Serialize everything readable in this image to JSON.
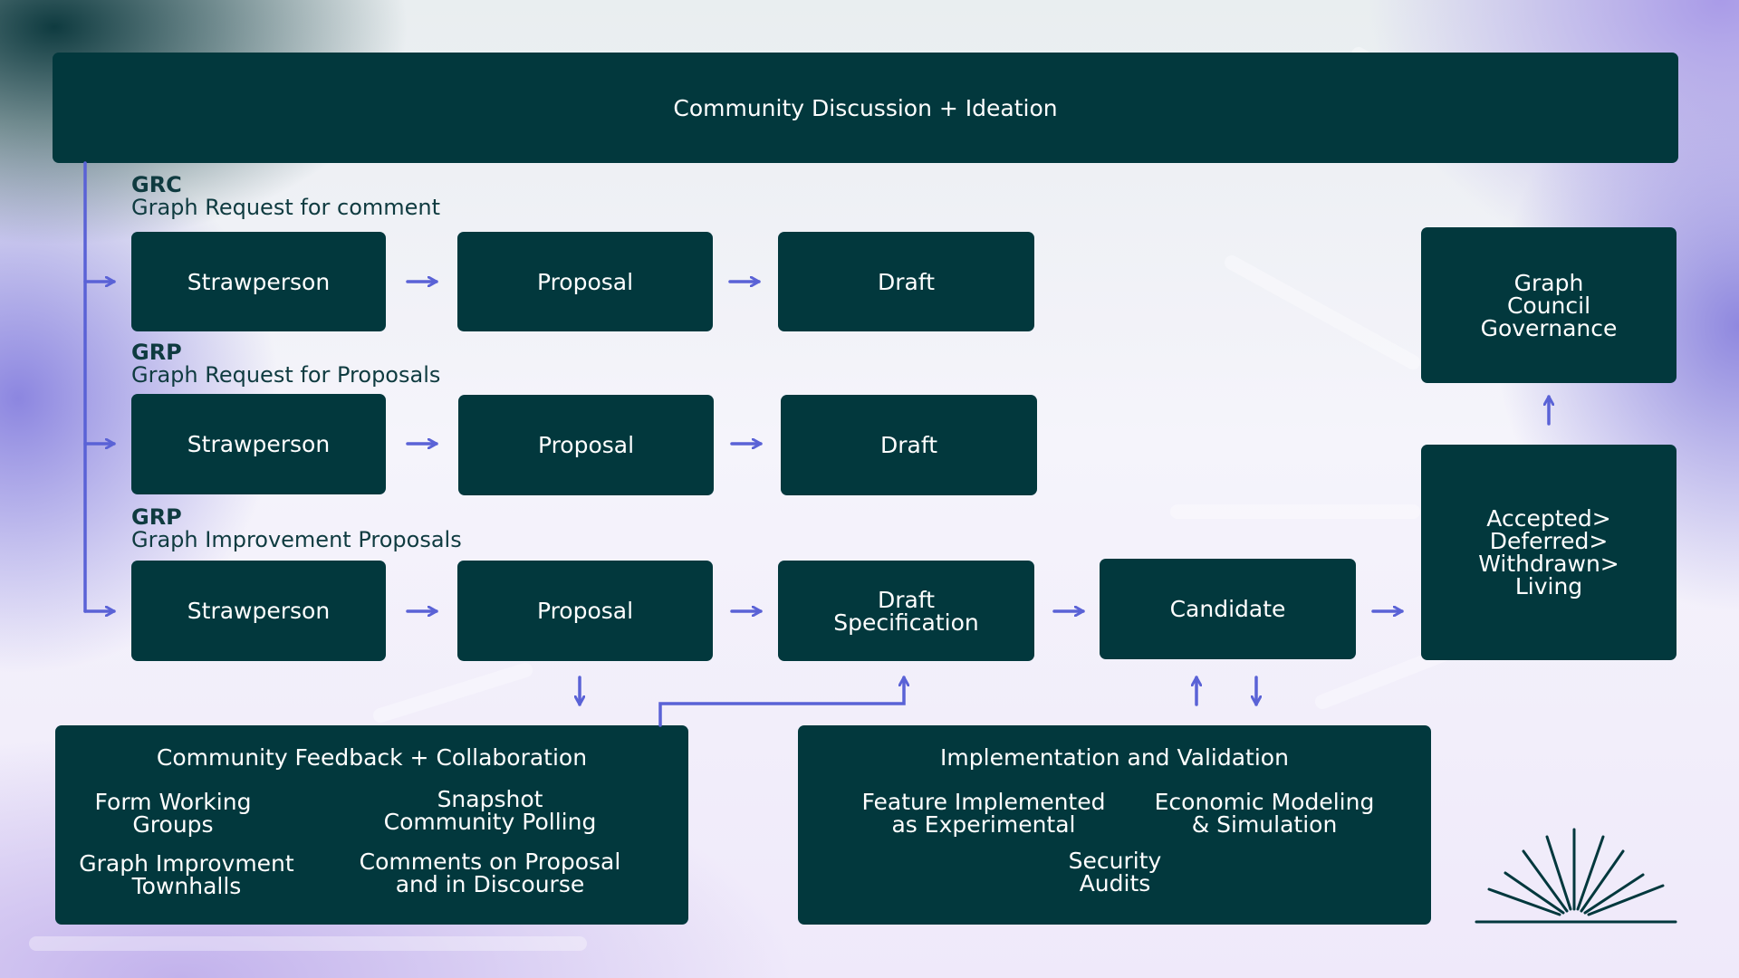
{
  "header": {
    "title": "Community Discussion + Ideation"
  },
  "tracks": [
    {
      "code": "GRC",
      "name": "Graph Request for comment",
      "steps": [
        "Strawperson",
        "Proposal",
        "Draft"
      ]
    },
    {
      "code": "GRP",
      "name": "Graph Request for Proposals",
      "steps": [
        "Strawperson",
        "Proposal",
        "Draft"
      ]
    },
    {
      "code": "GRP",
      "name": "Graph Improvement Proposals",
      "steps": [
        "Strawperson",
        "Proposal",
        "Draft\nSpecification",
        "Candidate"
      ]
    }
  ],
  "governance": {
    "council": "Graph\nCouncil\nGovernance",
    "outcomes": "Accepted>\nDeferred>\nWithdrawn>\nLiving"
  },
  "feedback": {
    "title": "Community Feedback + Collaboration",
    "items": [
      "Form Working\nGroups",
      "Snapshot\nCommunity Polling",
      "Graph Improvment\nTownhalls",
      "Comments on Proposal\nand in Discourse"
    ]
  },
  "implementation": {
    "title": "Implementation and Validation",
    "items": [
      "Feature Implemented\nas Experimental",
      "Economic Modeling\n& Simulation",
      "Security\nAudits"
    ]
  },
  "colors": {
    "box": "#02383d",
    "arrow": "#5a62d6",
    "label": "#0f3b40",
    "background": "#f3f3fa"
  }
}
